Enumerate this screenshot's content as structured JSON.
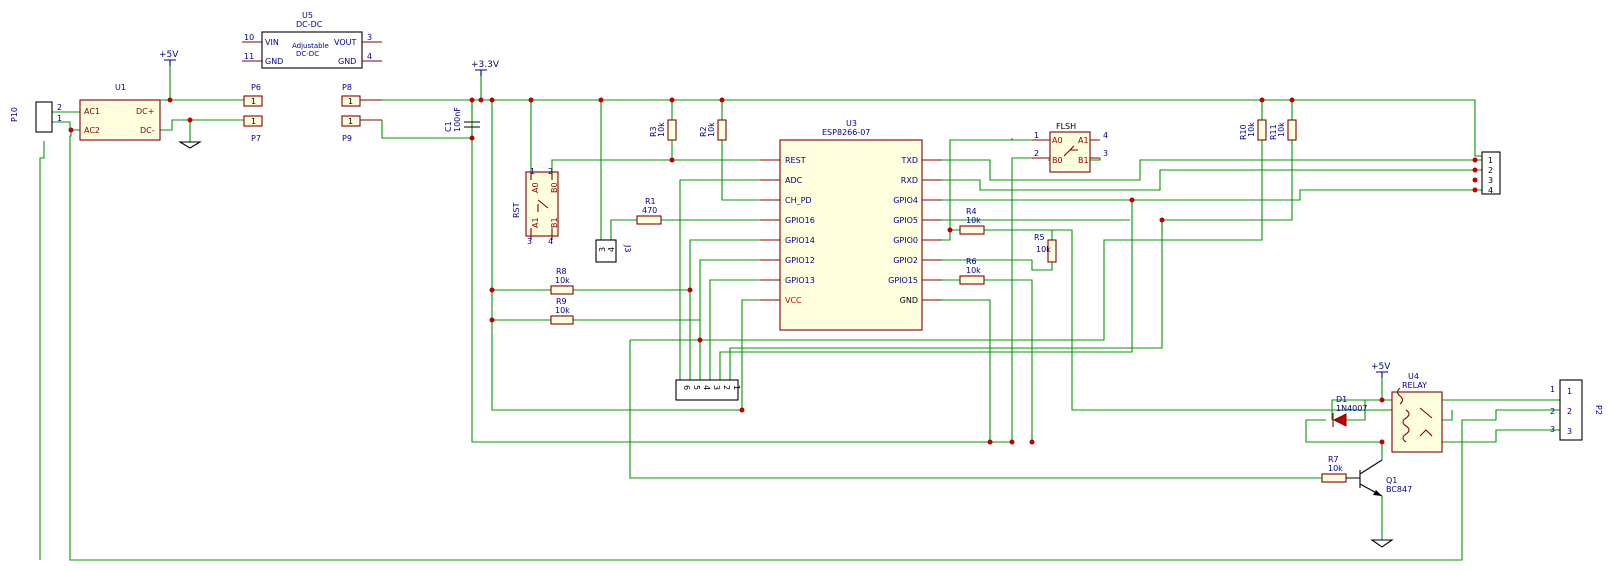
{
  "power": {
    "v5_top": "+5V",
    "v33": "+3.3V",
    "v5_relay": "+5V"
  },
  "u5": {
    "ref": "U5",
    "value": "DC-DC",
    "desc1": "Adjustable",
    "desc2": "DC-DC",
    "pin_vin": "VIN",
    "pin_gnd_l": "GND",
    "pin_vout": "VOUT",
    "pin_gnd_r": "GND",
    "num_vin": "10",
    "num_gnd_l": "11",
    "num_vout": "3",
    "num_gnd_r": "4"
  },
  "u1": {
    "ref": "U1",
    "pin_ac1": "AC1",
    "pin_ac2": "AC2",
    "pin_dcp": "DC+",
    "pin_dcm": "DC-"
  },
  "p10": {
    "ref": "P10",
    "n2": "2",
    "n1": "1"
  },
  "p6": {
    "ref": "P6",
    "n": "1"
  },
  "p7": {
    "ref": "P7",
    "n": "1"
  },
  "p8": {
    "ref": "P8",
    "n": "1"
  },
  "p9": {
    "ref": "P9",
    "n": "1"
  },
  "c1": {
    "ref": "C1",
    "value": "100nF"
  },
  "r1": {
    "ref": "R1",
    "value": "470"
  },
  "r2": {
    "ref": "R2",
    "value": "10k"
  },
  "r3": {
    "ref": "R3",
    "value": "10k"
  },
  "r4": {
    "ref": "R4",
    "value": "10k"
  },
  "r5": {
    "ref": "R5",
    "value": "10k"
  },
  "r6": {
    "ref": "R6",
    "value": "10k"
  },
  "r7": {
    "ref": "R7",
    "value": "10k"
  },
  "r8": {
    "ref": "R8",
    "value": "10k"
  },
  "r9": {
    "ref": "R9",
    "value": "10k"
  },
  "r10": {
    "ref": "R10",
    "value": "10k"
  },
  "r11": {
    "ref": "R11",
    "value": "10k"
  },
  "rst": {
    "ref": "RST",
    "a0": "A0",
    "b0": "B0",
    "a1": "A1",
    "b1": "B1",
    "n1": "1",
    "n2": "2",
    "n3": "3",
    "n4": "4"
  },
  "flsh": {
    "ref": "FLSH",
    "a0": "A0",
    "a1": "A1",
    "b0": "B0",
    "b1": "B1",
    "n1": "1",
    "n2": "2",
    "n3": "3",
    "n4": "4"
  },
  "j3": {
    "ref": "J3",
    "n3": "3",
    "n4": "4"
  },
  "u3": {
    "ref": "U3",
    "value": "ESP8266-07",
    "left": [
      "REST",
      "ADC",
      "CH_PD",
      "GPIO16",
      "GPIO14",
      "GPIO12",
      "GPIO13",
      "VCC"
    ],
    "right": [
      "TXD",
      "RXD",
      "GPIO4",
      "GPIO5",
      "GPIO0",
      "GPIO2",
      "GPIO15",
      "GND"
    ]
  },
  "conn4": {
    "n1": "1",
    "n2": "2",
    "n3": "3",
    "n4": "4"
  },
  "conn6": {
    "n6": "6",
    "n5": "5",
    "n4": "4",
    "n3": "3",
    "n2": "2",
    "n1": "1"
  },
  "d1": {
    "ref": "D1",
    "value": "1N4007"
  },
  "q1": {
    "ref": "Q1",
    "value": "BC847"
  },
  "u4": {
    "ref": "U4",
    "value": "RELAY"
  },
  "p2": {
    "ref": "P2",
    "n1": "1",
    "n2": "2",
    "n3": "3",
    "i1": "1",
    "i2": "2",
    "i3": "3"
  },
  "colors": {
    "wire": "#009900",
    "symbol": "#840000",
    "label": "#00008b",
    "junction": "#c00000"
  }
}
